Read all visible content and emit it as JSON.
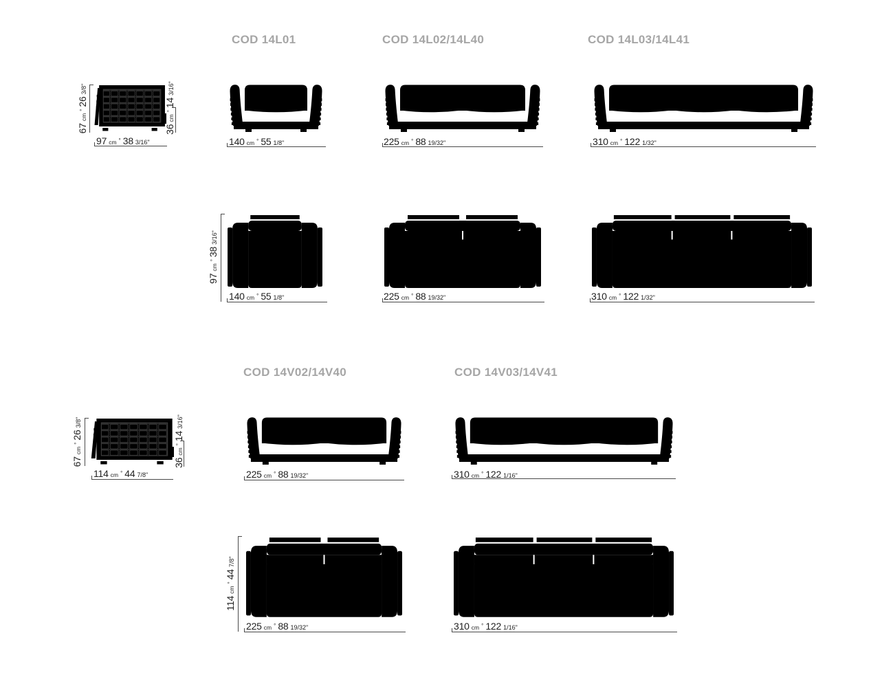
{
  "colors": {
    "background": "#ffffff",
    "line": "#3a3a3a",
    "header_text": "#a6a6a6",
    "dim_text": "#1f1f1f",
    "dim_line": "#4a4a4a"
  },
  "units": {
    "cm": "cm",
    "sep": "°"
  },
  "sections": [
    {
      "code_headers": [
        "COD 14L01",
        "COD 14L02/14L40",
        "COD 14L03/14L41"
      ]
    },
    {
      "code_headers": [
        "COD 14V02/14V40",
        "COD 14V03/14V41"
      ]
    }
  ],
  "dims": {
    "h67": {
      "cm": "67",
      "in": "26",
      "fr": "3/8\""
    },
    "h36": {
      "cm": "36",
      "in": "14",
      "fr": "3/16\""
    },
    "d97": {
      "cm": "97",
      "in": "38",
      "fr": "3/16\""
    },
    "w140": {
      "cm": "140",
      "in": "55",
      "fr": "1/8\""
    },
    "w225": {
      "cm": "225",
      "in": "88",
      "fr": "19/32\""
    },
    "w310_132": {
      "cm": "310",
      "in": "122",
      "fr": "1/32\""
    },
    "d114": {
      "cm": "114",
      "in": "44",
      "fr": "7/8\""
    },
    "w310_116": {
      "cm": "310",
      "in": "122",
      "fr": "1/16\""
    }
  }
}
